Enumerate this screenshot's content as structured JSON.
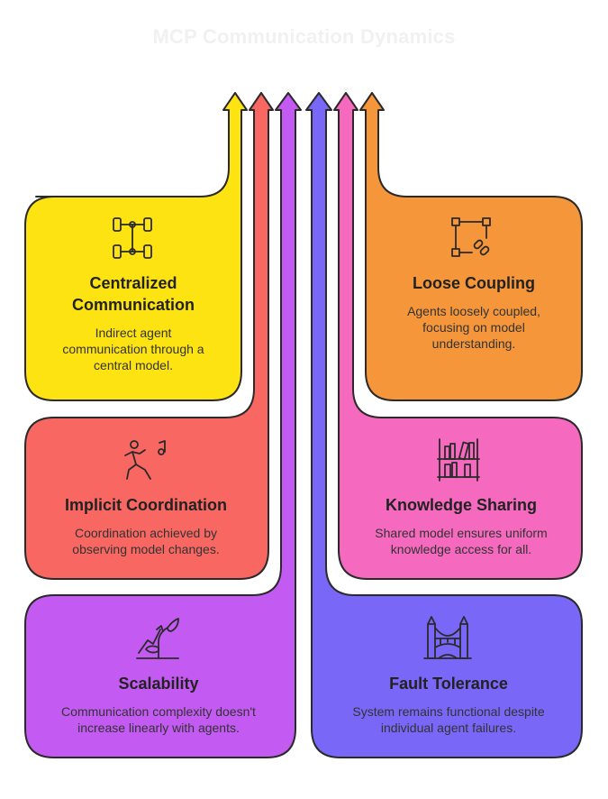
{
  "title": "MCP Communication Dynamics",
  "colors": {
    "yellow": "#fde311",
    "red": "#f86762",
    "purple": "#c35af2",
    "indigo": "#7967f7",
    "pink": "#f56abe",
    "orange": "#f5963a",
    "outline": "#2a2a2a"
  },
  "cards": {
    "centralized": {
      "title_line1": "Centralized",
      "title_line2": "Communication",
      "desc_line1": "Indirect agent",
      "desc_line2": "communication through a",
      "desc_line3": "central model.",
      "icon": "robot-chassis-icon"
    },
    "loose": {
      "title": "Loose Coupling",
      "desc_line1": "Agents loosely coupled,",
      "desc_line2": "focusing on model",
      "desc_line3": "understanding.",
      "icon": "linked-nodes-icon"
    },
    "implicit": {
      "title": "Implicit Coordination",
      "desc_line1": "Coordination achieved by",
      "desc_line2": "observing model changes.",
      "icon": "dancer-music-icon"
    },
    "knowledge": {
      "title": "Knowledge Sharing",
      "desc_line1": "Shared model ensures uniform",
      "desc_line2": "knowledge access for all.",
      "icon": "bookshelf-icon"
    },
    "scalability": {
      "title": "Scalability",
      "desc_line1": "Communication complexity doesn't",
      "desc_line2": "increase linearly with agents.",
      "icon": "growing-plant-icon"
    },
    "fault": {
      "title": "Fault Tolerance",
      "desc_line1": "System remains functional despite",
      "desc_line2": "individual agent failures.",
      "icon": "bridge-icon"
    }
  }
}
